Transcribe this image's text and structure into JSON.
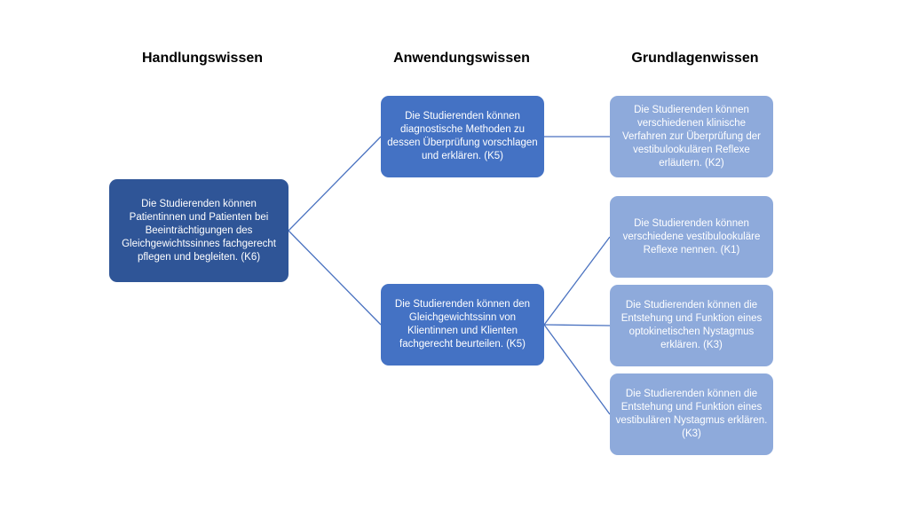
{
  "headings": {
    "handlungswissen": "Handlungswissen",
    "anwendungswissen": "Anwendungswissen",
    "grundlagenwissen": "Grundlagenwissen"
  },
  "nodes": {
    "k6": "Die Studierenden können Patientinnen und Patienten bei Beeinträchtigungen des Gleichgewichtssinnes fachgerecht pflegen und begleiten. (K6)",
    "k5_methods": "Die Studierenden können diagnostische Methoden zu dessen Überprüfung vorschlagen und erklären. (K5)",
    "k5_assess": "Die Studierenden können den Gleichgewichtssinn von Klientinnen und Klienten fachgerecht beurteilen. (K5)",
    "k2": "Die Studierenden können verschiedenen klinische Verfahren zur Überprüfung der vestibulookulären Reflexe erläutern. (K2)",
    "k1": "Die Studierenden können verschiedene vestibulookuläre Reflexe nennen. (K1)",
    "k3_optokinetic": "Die Studierenden können die Entstehung und Funktion eines optokinetischen Nystagmus erklären. (K3)",
    "k3_vestibular": "Die Studierenden können die Entstehung und Funktion eines vestibulären Nystagmus erklären. (K3)"
  },
  "colors": {
    "level_1": "#2f5597",
    "level_2": "#4472c4",
    "level_3": "#8eaadb",
    "connector": "#4a72c0"
  }
}
